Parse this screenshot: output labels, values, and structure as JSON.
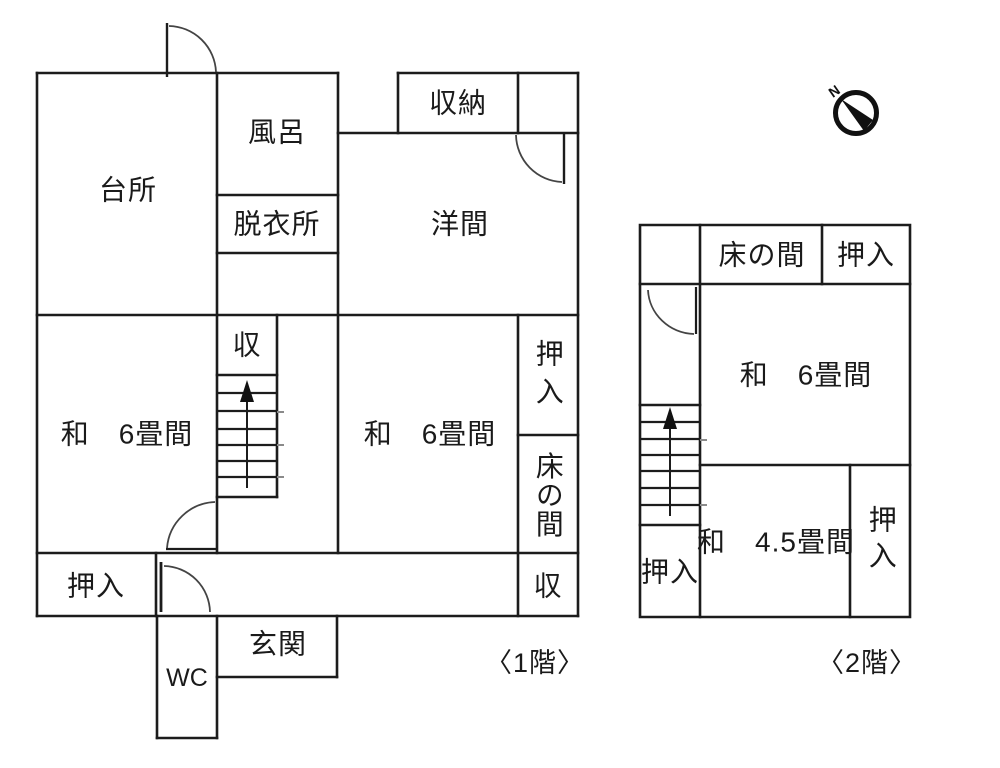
{
  "floor1": {
    "caption": "〈1階〉",
    "rooms": {
      "kitchen": "台所",
      "bath": "風呂",
      "dressing_room": "脱衣所",
      "storage_closet": "収納",
      "western_room": "洋間",
      "tatami_left": "和　6畳間",
      "stair_closet": "収",
      "tatami_center": "和　6畳間",
      "oshiire_east": "押入",
      "tokonoma": "床の間",
      "oshiire_south": "押入",
      "storage_south": "収",
      "entrance": "玄関",
      "toilet": "WC"
    }
  },
  "floor2": {
    "caption": "〈2階〉",
    "rooms": {
      "tokonoma": "床の間",
      "oshiire_north": "押入",
      "tatami_6": "和　6畳間",
      "tatami_45": "和　4.5畳間",
      "oshiire_west": "押入",
      "oshiire_east": "押入"
    }
  },
  "compass": {
    "north_label": "N"
  }
}
